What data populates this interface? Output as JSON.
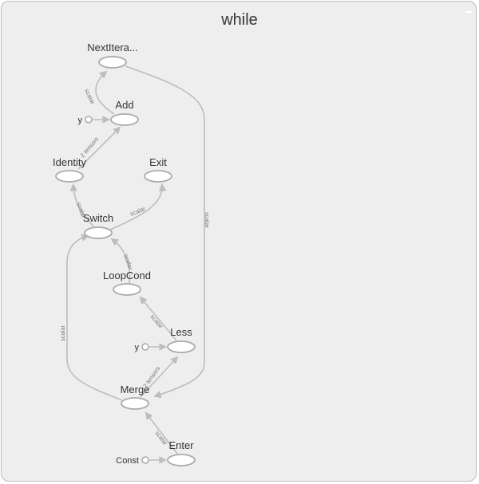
{
  "title": "while",
  "colors": {
    "background": "#eeeeee",
    "edge": "#bdbdbd",
    "node_stroke": "#aaaaaa",
    "node_fill": "#ffffff"
  },
  "nodes": {
    "nextiteration": "NextItera...",
    "add": "Add",
    "identity": "Identity",
    "exit": "Exit",
    "switch": "Switch",
    "loopcond": "LoopCond",
    "less": "Less",
    "merge": "Merge",
    "enter": "Enter"
  },
  "constants": {
    "add_y": "y",
    "less_y": "y",
    "enter_const": "Const"
  },
  "edges": {
    "add_to_nextiteration": "scalar",
    "identity_to_add": "2 tensors",
    "switch_to_identity": "scalar",
    "switch_to_exit": "scalar",
    "loopcond_to_switch": "scalar",
    "less_to_loopcond": "scalar",
    "merge_to_less": "2 tensors",
    "enter_to_merge": "scalar",
    "nextiteration_to_merge": "scalar",
    "merge_to_switch": "scalar"
  }
}
